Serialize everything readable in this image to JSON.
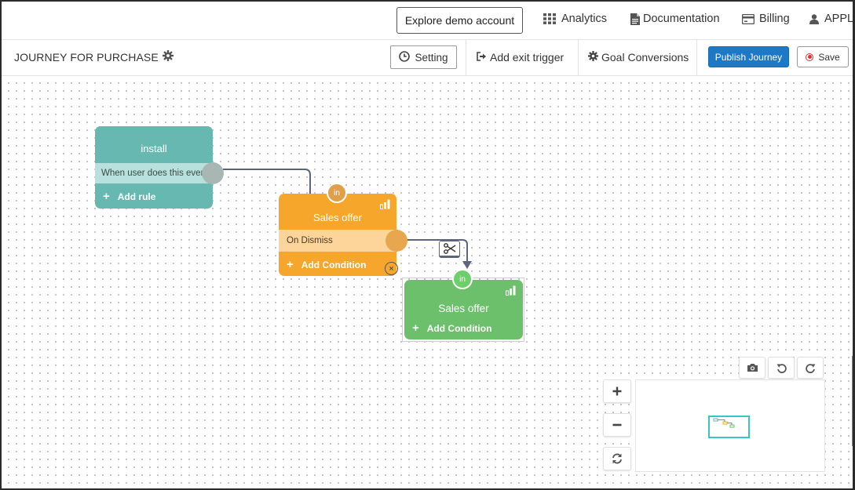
{
  "topnav": {
    "demo_button": "Explore demo account",
    "analytics": "Analytics",
    "documentation": "Documentation",
    "billing": "Billing",
    "account": "APPLE"
  },
  "subheader": {
    "journey_title": "JOURNEY FOR PURCHASE",
    "setting": "Setting",
    "add_exit_trigger": "Add exit trigger",
    "goal_conversions": "Goal Conversions",
    "publish": "Publish Journey",
    "save": "Save"
  },
  "nodes": {
    "install": {
      "title": "install",
      "event": "When user does this event",
      "add": "Add rule",
      "color": "#66b8b0"
    },
    "offer1": {
      "title": "Sales offer",
      "in_label": "in",
      "event": "On Dismiss",
      "add": "Add Condition",
      "color": "#f6a62a"
    },
    "offer2": {
      "title": "Sales offer",
      "in_label": "in",
      "add": "Add Condition",
      "color": "#6cbf6b"
    }
  },
  "icons": {
    "grid": "grid-icon",
    "doc": "document-icon",
    "billing": "credit-card-icon",
    "user": "user-icon",
    "gear": "gear-icon",
    "clock": "clock-icon",
    "exit": "sign-out-icon",
    "stats": "bar-chart-icon",
    "scissors": "scissors-icon",
    "camera": "camera-icon",
    "undo": "undo-icon",
    "redo": "redo-icon",
    "zoom_in": "plus-icon",
    "zoom_out": "minus-icon",
    "reset": "refresh-icon"
  },
  "colors": {
    "accent": "#1d79c6",
    "connector": "#5c6480",
    "minimap_view": "#3cc3c4"
  }
}
